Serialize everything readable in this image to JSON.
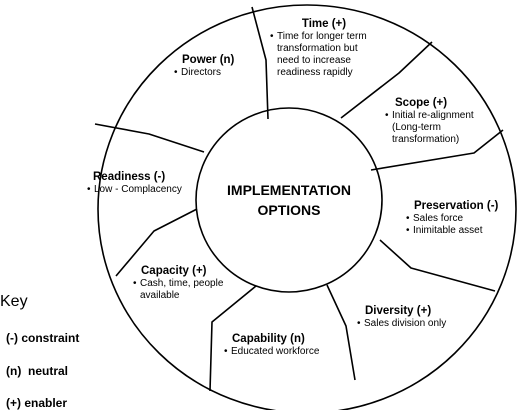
{
  "center": {
    "line1": "IMPLEMENTATION",
    "line2": "OPTIONS"
  },
  "segments": [
    {
      "title": "Time (+)",
      "bullets": [
        "Time for longer term transformation but need to increase readiness rapidly"
      ]
    },
    {
      "title": "Scope (+)",
      "bullets": [
        "Initial re-alignment (Long-term transformation)"
      ]
    },
    {
      "title": "Preservation (-)",
      "bullets": [
        "Sales force",
        "Inimitable asset"
      ]
    },
    {
      "title": "Diversity (+)",
      "bullets": [
        "Sales division only"
      ]
    },
    {
      "title": "Capability (n)",
      "bullets": [
        "Educated workforce"
      ]
    },
    {
      "title": "Capacity (+)",
      "bullets": [
        "Cash, time, people available"
      ]
    },
    {
      "title": "Readiness (-)",
      "bullets": [
        "Low - Complacency"
      ]
    },
    {
      "title": "Power (n)",
      "bullets": [
        "Directors"
      ]
    }
  ],
  "key": {
    "title": "Key",
    "items": [
      "(-) constraint",
      "(n)  neutral",
      "(+) enabler"
    ]
  }
}
